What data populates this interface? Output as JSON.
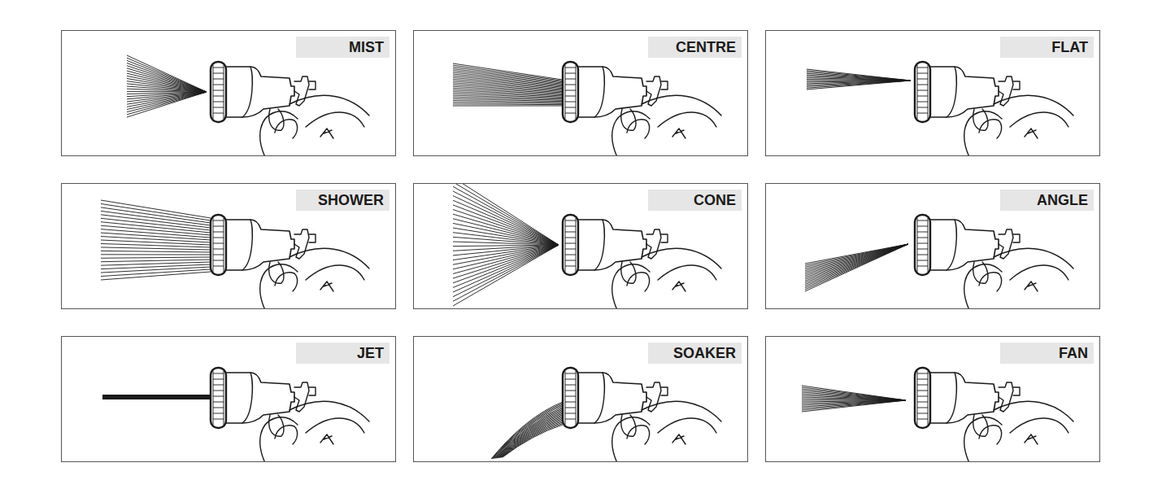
{
  "diagram": {
    "nodes": [
      {
        "text": [
          "MIST"
        ]
      },
      {
        "text": [
          "CENTRE"
        ]
      },
      {
        "text": [
          "FLAT"
        ]
      },
      {
        "text": [
          "SHOWER"
        ]
      },
      {
        "text": [
          "CONE"
        ]
      },
      {
        "text": [
          "ANGLE"
        ]
      },
      {
        "text": [
          "JET"
        ]
      },
      {
        "text": [
          "SOAKER"
        ]
      },
      {
        "text": [
          "FAN"
        ]
      }
    ]
  }
}
